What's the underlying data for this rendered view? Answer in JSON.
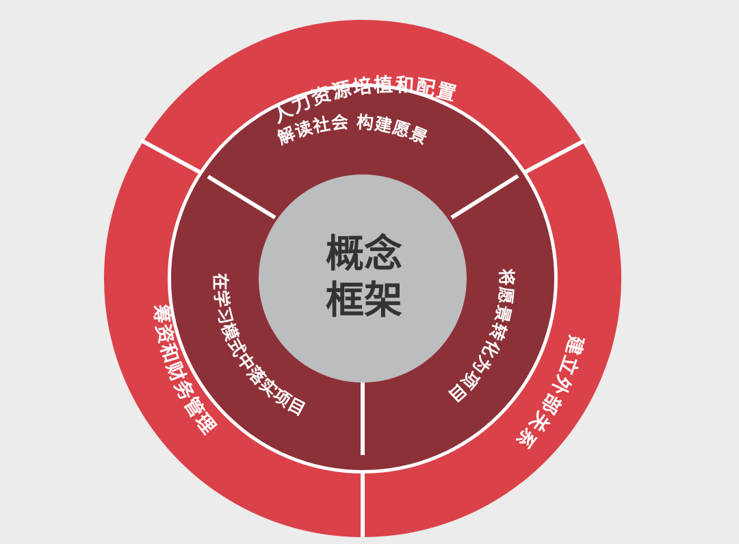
{
  "diagram": {
    "center": {
      "lines": [
        "概念",
        "框架"
      ]
    },
    "inner_ring": [
      {
        "label": "解读社会  构建愿景"
      },
      {
        "label": "将愿景转化为项目"
      },
      {
        "label": "在学习模式中落实项目"
      }
    ],
    "outer_ring": [
      {
        "label": "人力资源培植和配置"
      },
      {
        "label": "建立外部关系"
      },
      {
        "label": "筹资和财务管理"
      }
    ],
    "colors": {
      "background": "#ececec",
      "outer_ring": "#db4149",
      "inner_ring": "#8c3138",
      "center": "#bcbdbf",
      "divider": "#ffffff"
    }
  }
}
